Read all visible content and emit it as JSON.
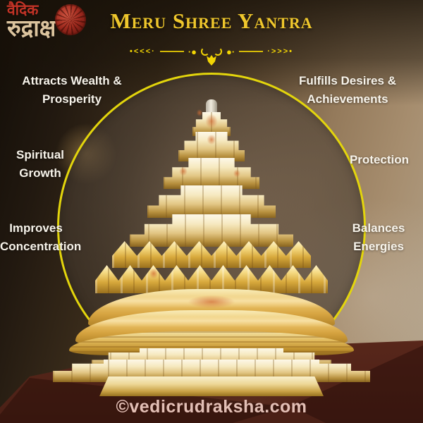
{
  "header": {
    "logo": {
      "line1": "वैदिक",
      "line2": "रुद्राक्ष",
      "bead_icon": "rudraksha-bead-icon"
    },
    "title": "Meru Shree Yantra",
    "title_color": "#efc72c",
    "ornament_left": "•<<<·",
    "ornament_mid_left": "·●",
    "ornament_mid_right": "●·",
    "ornament_right": "·>>>•"
  },
  "product": {
    "name": "Meru Shree Yantra",
    "description": "golden stepped meru pyramid on maroon wooden pedestal inside yellow ring"
  },
  "benefits": [
    {
      "id": "attracts-wealth",
      "lines": [
        "Attracts Wealth &",
        "Prosperity"
      ],
      "position": "top-left"
    },
    {
      "id": "fulfills-desires",
      "lines": [
        "Fulfills Desires &",
        "Achievements"
      ],
      "position": "top-right"
    },
    {
      "id": "spiritual-growth",
      "lines": [
        "Spiritual",
        "Growth"
      ],
      "position": "mid-left"
    },
    {
      "id": "protection",
      "lines": [
        "Protection"
      ],
      "position": "mid-right"
    },
    {
      "id": "improves-concentration",
      "lines": [
        "Improves",
        "Concentration"
      ],
      "position": "bottom-left"
    },
    {
      "id": "balances-energies",
      "lines": [
        "Balances",
        "Energies"
      ],
      "position": "bottom-right"
    }
  ],
  "watermark": "©vedicrudraksha.com",
  "colors": {
    "accent_yellow": "#e3d50c",
    "title_gold": "#efc72c",
    "label_white": "#f7f3ea",
    "wood_maroon": "#6e3322",
    "yantra_gold": "#d9b865",
    "logo_red": "#c23326",
    "logo_beige": "#dcc49e",
    "background_dark": "#221910",
    "background_tan": "#a68d6e"
  }
}
